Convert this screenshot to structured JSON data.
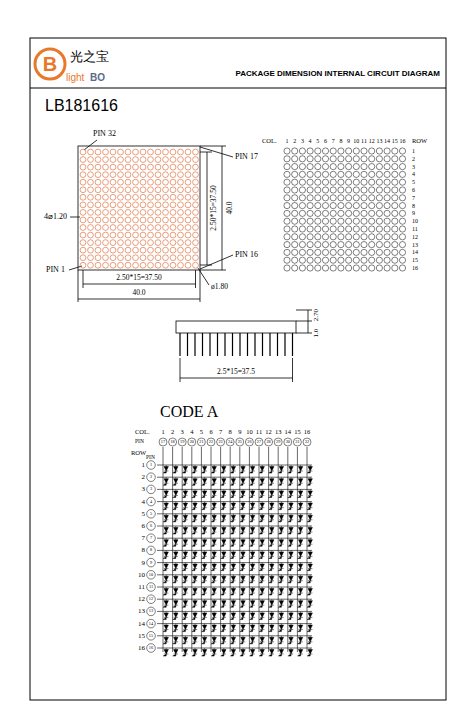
{
  "diagram": {
    "title": "PACKAGE DIMENSION INTERNAL CIRCUIT DIAGRAM",
    "labels": [
      "B",
      "light",
      "BO",
      "光之宝",
      "LB181616",
      "PIN 32",
      "PIN 17",
      "PIN 16",
      "PIN 1",
      "4⌀1.20",
      "2.50*15=37.50",
      "40.0",
      "2.50*15=37.50",
      "40.0",
      "ø1.80",
      "2.70",
      "1.0",
      "2.5*15=37.5",
      "COL.",
      "1",
      "2",
      "3",
      "4",
      "5",
      "6",
      "7",
      "8",
      "9",
      "10",
      "11",
      "12",
      "13",
      "14",
      "15",
      "16",
      "ROW",
      "1",
      "2",
      "3",
      "4",
      "5",
      "6",
      "7",
      "8",
      "9",
      "10",
      "11",
      "12",
      "13",
      "14",
      "15",
      "16",
      "CODE A",
      "COL.",
      "1",
      "2",
      "3",
      "4",
      "5",
      "6",
      "7",
      "8",
      "9",
      "10",
      "11",
      "12",
      "13",
      "14",
      "15",
      "16",
      "PIN",
      "17",
      "18",
      "19",
      "20",
      "21",
      "22",
      "23",
      "24",
      "25",
      "26",
      "27",
      "28",
      "29",
      "30",
      "31",
      "32",
      "ROW",
      "PIN",
      "1",
      "2",
      "3",
      "4",
      "5",
      "6",
      "7",
      "8",
      "9",
      "10",
      "11",
      "12",
      "13",
      "14",
      "15",
      "16",
      "1",
      "2",
      "3",
      "4",
      "5",
      "6",
      "7",
      "8",
      "9",
      "10",
      "11",
      "12",
      "13",
      "14",
      "15",
      "16"
    ]
  }
}
